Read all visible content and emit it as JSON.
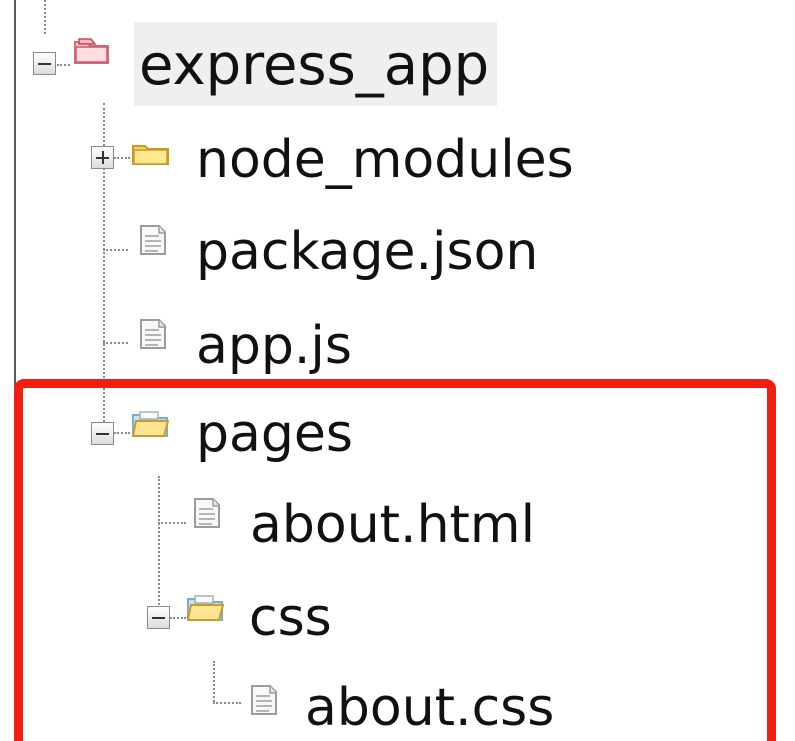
{
  "tree": {
    "root": {
      "label": "express_app",
      "expanded": true,
      "selected": true,
      "icon": "folder-red-icon"
    },
    "items": [
      {
        "label": "node_modules",
        "type": "folder",
        "expanded": false,
        "icon": "folder-yellow-icon"
      },
      {
        "label": "package.json",
        "type": "file",
        "icon": "document-icon"
      },
      {
        "label": "app.js",
        "type": "file",
        "icon": "document-icon"
      },
      {
        "label": "pages",
        "type": "folder",
        "expanded": true,
        "icon": "folder-open-blue-icon",
        "children": [
          {
            "label": "about.html",
            "type": "file",
            "icon": "document-icon"
          },
          {
            "label": "css",
            "type": "folder",
            "expanded": true,
            "icon": "folder-open-blue-icon",
            "children": [
              {
                "label": "about.css",
                "type": "file",
                "icon": "document-icon"
              }
            ]
          }
        ]
      }
    ]
  },
  "highlight": {
    "color": "#f01f12",
    "target": "pages"
  }
}
